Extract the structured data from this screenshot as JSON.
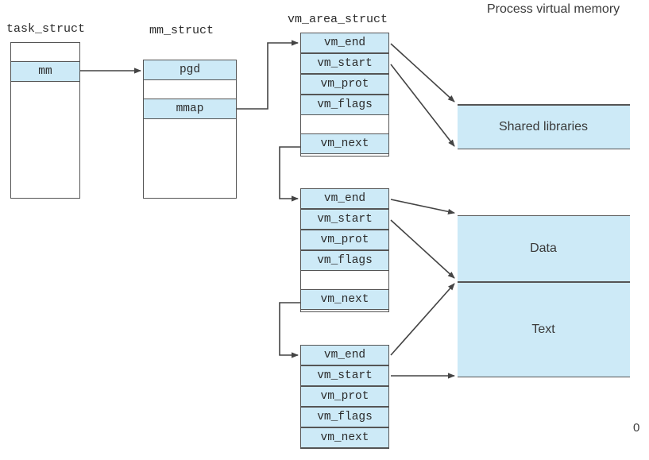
{
  "figure": {
    "title_labels": {
      "task_struct": "task_struct",
      "mm_struct": "mm_struct",
      "vm_area_struct": "vm_area_struct",
      "process_virtual_memory": "Process virtual memory"
    },
    "colors": {
      "fill": "#cdeaf7",
      "stroke": "#555555",
      "text": "#2b2b2b",
      "background": "#ffffff"
    }
  },
  "task_struct": {
    "label": "task_struct",
    "rows": [
      {
        "text": "",
        "filled": false
      },
      {
        "text": "mm",
        "filled": true
      },
      {
        "text": "",
        "filled": false
      }
    ]
  },
  "mm_struct": {
    "label": "mm_struct",
    "rows": [
      {
        "text": "pgd",
        "filled": true
      },
      {
        "text": "",
        "filled": false
      },
      {
        "text": "mmap",
        "filled": true
      },
      {
        "text": "",
        "filled": false
      }
    ]
  },
  "vm_area_structs": {
    "label": "vm_area_struct",
    "blocks": [
      {
        "name": "vma-shared-libraries",
        "rows": [
          {
            "text": "vm_end",
            "filled": true
          },
          {
            "text": "vm_start",
            "filled": true
          },
          {
            "text": "vm_prot",
            "filled": true
          },
          {
            "text": "vm_flags",
            "filled": true
          },
          {
            "text": "",
            "filled": false
          },
          {
            "text": "vm_next",
            "filled": true
          }
        ]
      },
      {
        "name": "vma-data",
        "rows": [
          {
            "text": "vm_end",
            "filled": true
          },
          {
            "text": "vm_start",
            "filled": true
          },
          {
            "text": "vm_prot",
            "filled": true
          },
          {
            "text": "vm_flags",
            "filled": true
          },
          {
            "text": "",
            "filled": false
          },
          {
            "text": "vm_next",
            "filled": true
          }
        ]
      },
      {
        "name": "vma-text",
        "rows": [
          {
            "text": "vm_end",
            "filled": true
          },
          {
            "text": "vm_start",
            "filled": true
          },
          {
            "text": "vm_prot",
            "filled": true
          },
          {
            "text": "vm_flags",
            "filled": true
          },
          {
            "text": "vm_next",
            "filled": true
          }
        ]
      }
    ]
  },
  "process_memory": {
    "label": "Process virtual memory",
    "bottom_address": "0",
    "segments": [
      {
        "text": "",
        "filled": false
      },
      {
        "text": "Shared libraries",
        "filled": true
      },
      {
        "text": "",
        "filled": false
      },
      {
        "text": "Data",
        "filled": true
      },
      {
        "text": "Text",
        "filled": true
      },
      {
        "text": "",
        "filled": false
      }
    ]
  }
}
